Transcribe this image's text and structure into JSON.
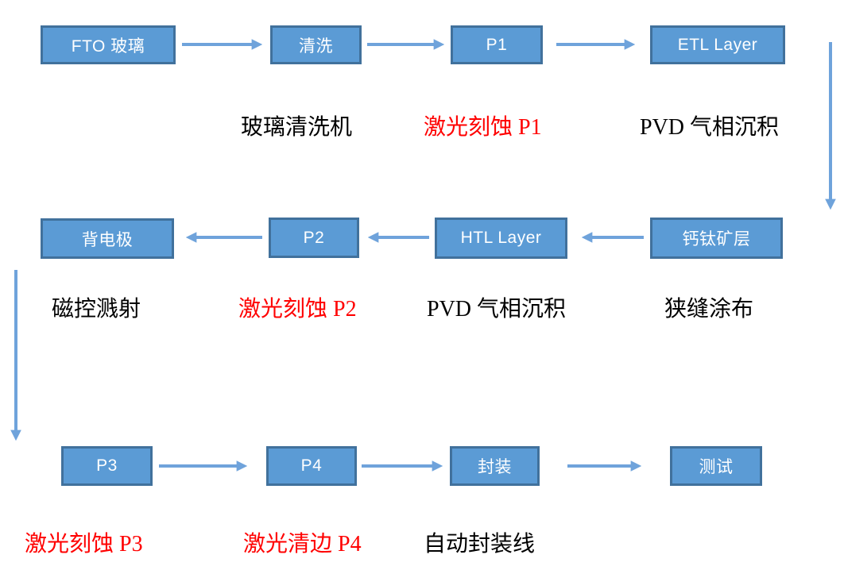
{
  "colors": {
    "box_fill": "#5B9BD5",
    "box_border": "#41719C",
    "arrow": "#6FA3DB",
    "highlight_text": "#FF0000",
    "normal_text": "#000000",
    "box_text": "#FFFFFF",
    "background": "#FFFFFF"
  },
  "flow": {
    "row1": {
      "direction": "left-to-right",
      "nodes": [
        {
          "id": "fto-glass",
          "label": "FTO 玻璃"
        },
        {
          "id": "cleaning",
          "label": "清洗"
        },
        {
          "id": "p1",
          "label": "P1"
        },
        {
          "id": "etl-layer",
          "label": "ETL Layer"
        }
      ],
      "annotations": [
        {
          "text": "玻璃清洗机",
          "color": "black"
        },
        {
          "text": "激光刻蚀 P1",
          "color": "red"
        },
        {
          "text": "PVD 气相沉积",
          "color": "black"
        }
      ]
    },
    "row2": {
      "direction": "right-to-left",
      "nodes": [
        {
          "id": "back-electrode",
          "label": "背电极"
        },
        {
          "id": "p2",
          "label": "P2"
        },
        {
          "id": "htl-layer",
          "label": "HTL Layer"
        },
        {
          "id": "perovskite-layer",
          "label": "钙钛矿层"
        }
      ],
      "annotations": [
        {
          "text": "磁控溅射",
          "color": "black"
        },
        {
          "text": "激光刻蚀 P2",
          "color": "red"
        },
        {
          "text": "PVD 气相沉积",
          "color": "black"
        },
        {
          "text": "狭缝涂布",
          "color": "black"
        }
      ]
    },
    "row3": {
      "direction": "left-to-right",
      "nodes": [
        {
          "id": "p3",
          "label": "P3"
        },
        {
          "id": "p4",
          "label": "P4"
        },
        {
          "id": "encapsulation",
          "label": "封装"
        },
        {
          "id": "testing",
          "label": "测试"
        }
      ],
      "annotations": [
        {
          "text": "激光刻蚀 P3",
          "color": "red"
        },
        {
          "text": "激光清边 P4",
          "color": "red"
        },
        {
          "text": "自动封装线",
          "color": "black"
        }
      ]
    }
  }
}
